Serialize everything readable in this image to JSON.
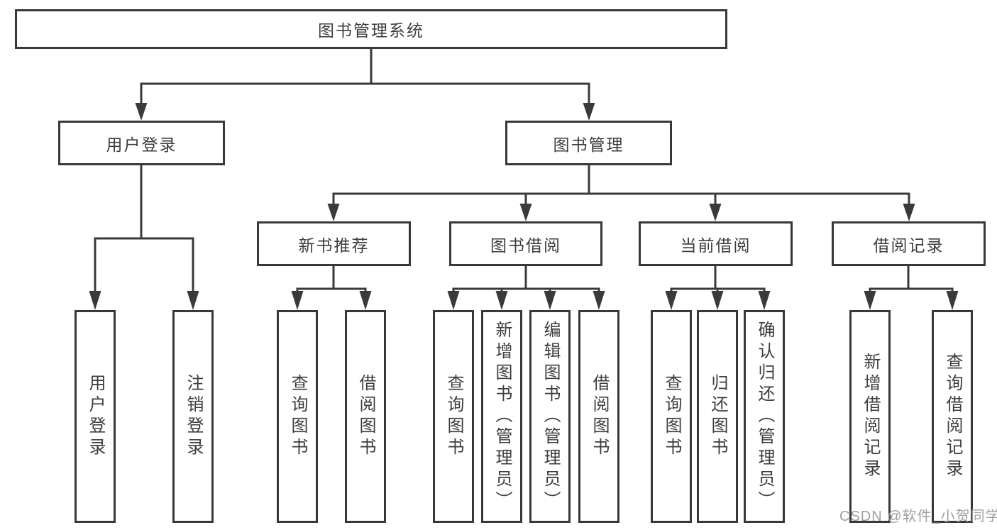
{
  "diagram_title": "图书管理系统",
  "nodes": {
    "root": "图书管理系统",
    "user_login": "用户登录",
    "book_management": "图书管理",
    "new_book_recommend": "新书推荐",
    "book_borrow": "图书借阅",
    "current_borrow": "当前借阅",
    "borrow_record": "借阅记录",
    "leaf_user_login": "用户登录",
    "leaf_logout": "注销登录",
    "leaf_nbr_query_book": "查询图书",
    "leaf_nbr_borrow_book": "借阅图书",
    "leaf_bb_query_book": "查询图书",
    "leaf_bb_add_book_admin": "新增图书（管理员）",
    "leaf_bb_edit_book_admin": "编辑图书（管理员）",
    "leaf_bb_borrow_book": "借阅图书",
    "leaf_cb_query_book": "查询图书",
    "leaf_cb_return_book": "归还图书",
    "leaf_cb_confirm_return_admin": "确认归还（管理员）",
    "leaf_br_add_record": "新增借阅记录",
    "leaf_br_query_record": "查询借阅记录"
  },
  "watermark": "CSDN @软件_小贺同学",
  "colors": {
    "line": "#3a3a3a",
    "text": "#3d3d3d",
    "watermark": "#a0a0a0",
    "background": "#ffffff"
  }
}
